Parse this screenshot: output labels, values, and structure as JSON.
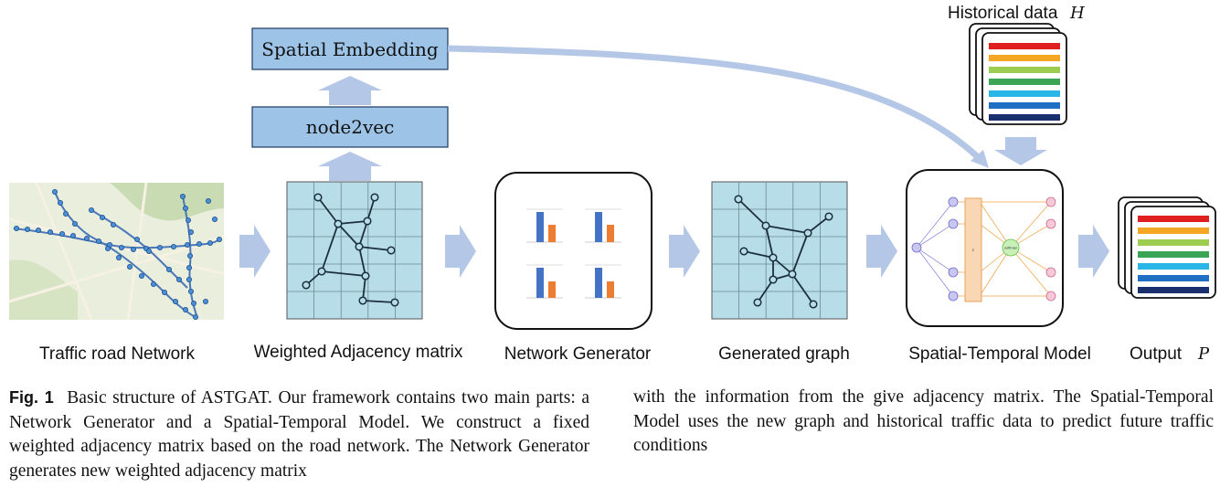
{
  "boxes": {
    "spatial_embedding": "Spatial Embedding",
    "node2vec": "node2vec"
  },
  "historical": {
    "label": "Historical data",
    "var": "H"
  },
  "output": {
    "label": "Output",
    "var": "P"
  },
  "stages": [
    "Traffic road Network",
    "Weighted Adjacency matrix",
    "Network Generator",
    "Generated graph",
    "Spatial-Temporal Model"
  ],
  "model_labels": {
    "sum": "Σ",
    "softmax": "softmax"
  },
  "colors": {
    "box_fill": "#9dc3e6",
    "arrow": "#b4c7e7",
    "grid_fill": "#b7dde8",
    "bar_blue": "#4472c4",
    "bar_orange": "#ed7d31",
    "stripe_colors": [
      "#e0201e",
      "#f5a623",
      "#9ccc50",
      "#3aa655",
      "#29b6e6",
      "#1f6fc4",
      "#1a2f6e"
    ]
  },
  "caption": {
    "fig_label": "Fig. 1",
    "left_text": "Basic structure of ASTGAT. Our framework contains two main parts: a Network Generator and a Spatial-Temporal Model. We construct a fixed weighted adjacency matrix based on the road network. The Network Generator generates new weighted adjacency matrix",
    "right_text": "with the information from the give adjacency matrix. The Spatial-Temporal Model uses the new graph and historical traffic data to predict future traffic conditions"
  }
}
